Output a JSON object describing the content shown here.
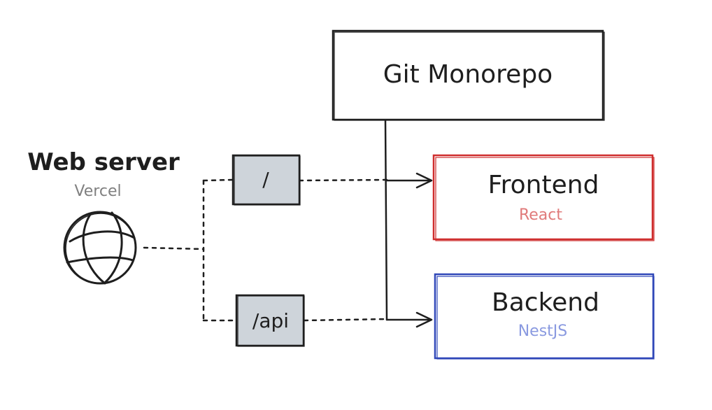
{
  "web_server": {
    "title": "Web server",
    "subtitle": "Vercel",
    "icon": "globe-icon"
  },
  "routes": [
    {
      "label": "/"
    },
    {
      "label": "/api"
    }
  ],
  "repo": {
    "title": "Git Monorepo"
  },
  "frontend": {
    "title": "Frontend",
    "subtitle": "React",
    "color": "#cf2e2e",
    "subtitle_color": "#e07a7a"
  },
  "backend": {
    "title": "Backend",
    "subtitle": "NestJS",
    "color": "#2f47b8",
    "subtitle_color": "#8a9ae0"
  },
  "colors": {
    "stroke": "#1e1e1e",
    "route_fill": "#ced4da",
    "subtitle_gray": "#808080"
  }
}
